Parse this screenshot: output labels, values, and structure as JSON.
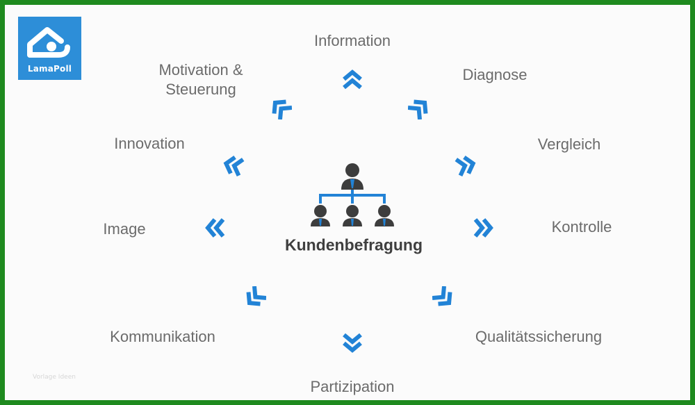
{
  "logo": {
    "text": "LamaPoll",
    "icon": "lamapoll-house-icon",
    "color": "#2d8ed8"
  },
  "center": {
    "title": "Kundenbefragung",
    "icon": "org-chart-people-icon"
  },
  "topics": [
    {
      "label": "Information",
      "arrow": "double-chevron-up-icon"
    },
    {
      "label": "Diagnose",
      "arrow": "double-chevron-up-right-icon"
    },
    {
      "label": "Vergleich",
      "arrow": "double-chevron-right-icon"
    },
    {
      "label": "Kontrolle",
      "arrow": "double-chevron-right-icon"
    },
    {
      "label": "Qualitätssicherung",
      "arrow": "double-chevron-down-right-icon"
    },
    {
      "label": "Partizipation",
      "arrow": "double-chevron-down-icon"
    },
    {
      "label": "Kommunikation",
      "arrow": "double-chevron-down-left-icon"
    },
    {
      "label": "Image",
      "arrow": "double-chevron-left-icon"
    },
    {
      "label": "Innovation",
      "arrow": "double-chevron-left-icon"
    },
    {
      "label": "Motivation &\nSteuerung",
      "arrow": "double-chevron-up-left-icon"
    }
  ],
  "watermark": "Vorlage Ideen",
  "colors": {
    "frame": "#1f8a1f",
    "arrow": "#2283d6",
    "label": "#6b6b6b",
    "person": "#3d3d3d"
  }
}
